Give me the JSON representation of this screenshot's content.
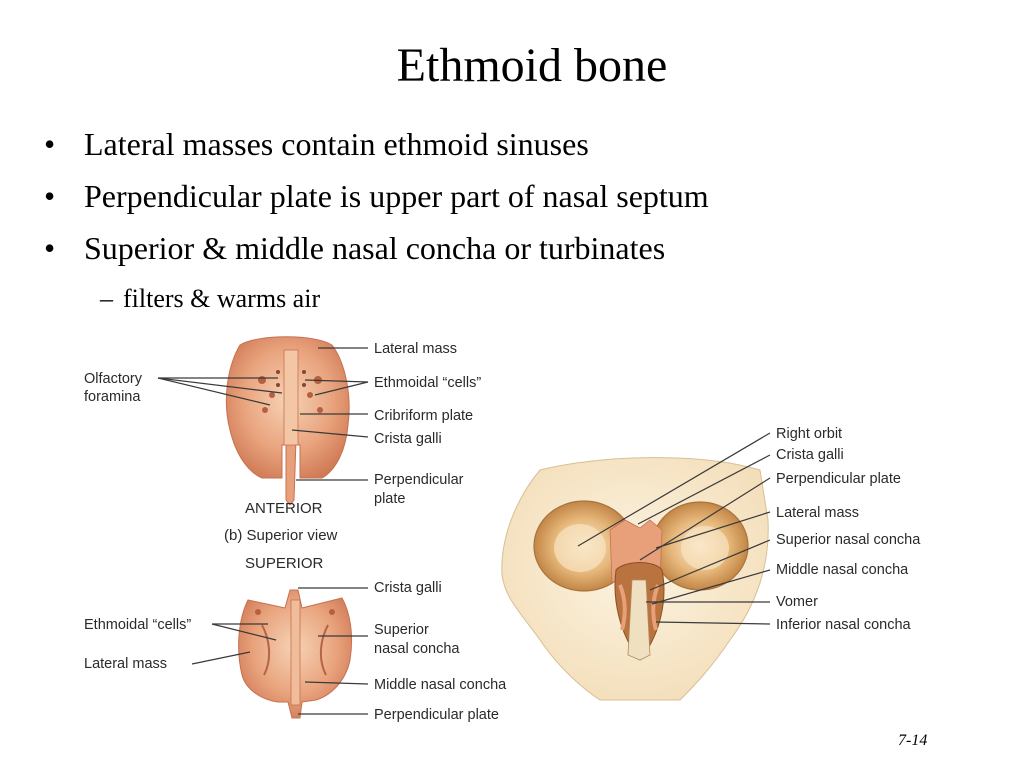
{
  "slide": {
    "title": "Ethmoid bone",
    "bullets": [
      "Lateral masses contain ethmoid sinuses",
      "Perpendicular plate is upper part of nasal septum",
      "Superior & middle nasal concha or turbinates"
    ],
    "sub_bullet": "filters & warms air",
    "page_number": "7-14"
  },
  "figure_superior": {
    "labels_right": [
      "Lateral mass",
      "Ethmoidal  “cells”",
      "Cribriform plate",
      "Crista galli",
      "Perpendicular",
      "plate"
    ],
    "labels_left": [
      "Olfactory",
      "foramina"
    ],
    "captions": [
      "ANTERIOR",
      "(b) Superior view",
      "SUPERIOR"
    ]
  },
  "figure_anterior": {
    "labels_right": [
      "Crista galli",
      "Superior",
      "nasal concha",
      "Middle nasal concha",
      "Perpendicular plate"
    ],
    "labels_left": [
      "Ethmoidal “cells”",
      "Lateral mass"
    ]
  },
  "figure_skull": {
    "labels": [
      "Right orbit",
      "Crista galli",
      "Perpendicular plate",
      "Lateral mass",
      "Superior nasal concha",
      "Middle nasal concha",
      "Vomer",
      "Inferior nasal concha"
    ]
  }
}
